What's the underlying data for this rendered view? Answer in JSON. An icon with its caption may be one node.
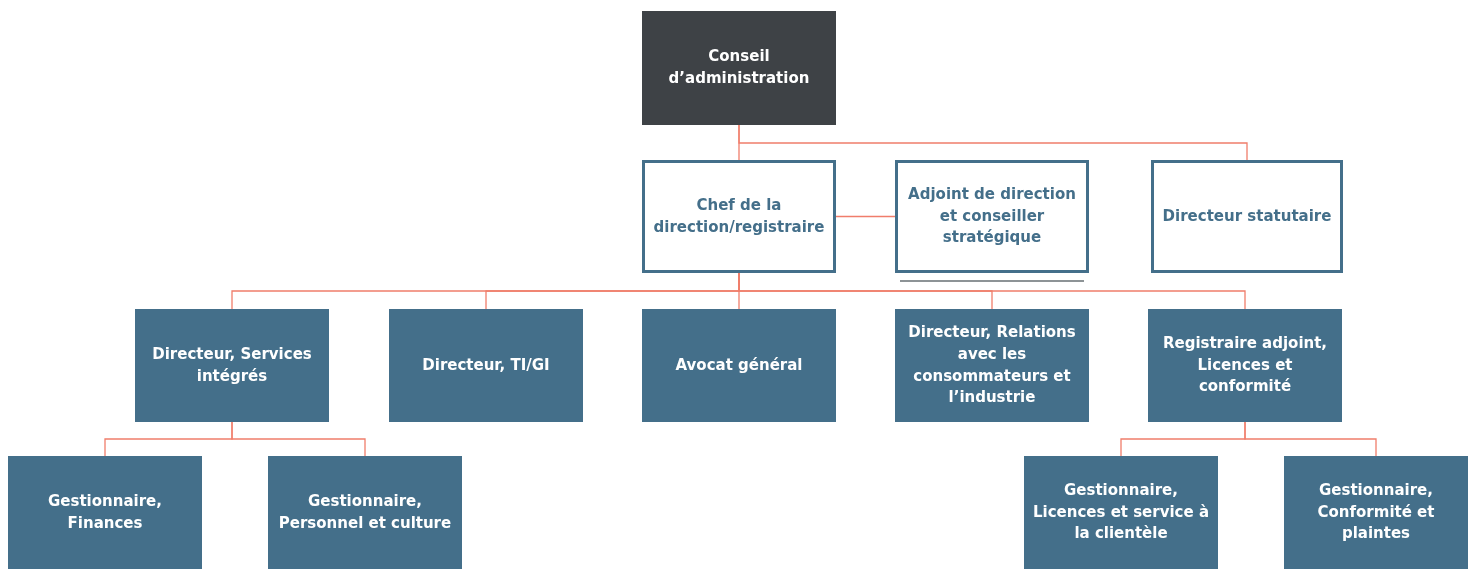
{
  "diagram": {
    "nodes": [
      {
        "text": [
          "Conseil d’administration"
        ]
      },
      {
        "text": [
          "Chef de la direction/registraire"
        ]
      },
      {
        "text": [
          "Adjoint de direction et conseiller stratégique"
        ]
      },
      {
        "text": [
          "Directeur statutaire"
        ]
      },
      {
        "text": [
          "Directeur, Services intégrés"
        ]
      },
      {
        "text": [
          "Directeur, TI/GI"
        ]
      },
      {
        "text": [
          "Avocat général"
        ]
      },
      {
        "text": [
          "Directeur, Relations avec les consommateurs et l’industrie"
        ]
      },
      {
        "text": [
          "Registraire adjoint, Licences et conformité"
        ]
      },
      {
        "text": [
          "Gestionnaire, Finances"
        ]
      },
      {
        "text": [
          "Gestionnaire, Personnel et culture"
        ]
      },
      {
        "text": [
          "Gestionnaire, Licences et service à la clientèle"
        ]
      },
      {
        "text": [
          "Gestionnaire, Conformité et plaintes"
        ]
      }
    ],
    "edges": [
      {
        "from": 0,
        "to": 1,
        "arrow": "none"
      },
      {
        "from": 0,
        "to": 3,
        "arrow": "none"
      },
      {
        "from": 1,
        "to": 2,
        "arrow": "none"
      },
      {
        "from": 1,
        "to": 4,
        "arrow": "none"
      },
      {
        "from": 1,
        "to": 5,
        "arrow": "none"
      },
      {
        "from": 1,
        "to": 6,
        "arrow": "none"
      },
      {
        "from": 1,
        "to": 7,
        "arrow": "none"
      },
      {
        "from": 1,
        "to": 8,
        "arrow": "none"
      },
      {
        "from": 4,
        "to": 9,
        "arrow": "none"
      },
      {
        "from": 4,
        "to": 10,
        "arrow": "none"
      },
      {
        "from": 8,
        "to": 11,
        "arrow": "none"
      },
      {
        "from": 8,
        "to": 12,
        "arrow": "none"
      }
    ]
  }
}
